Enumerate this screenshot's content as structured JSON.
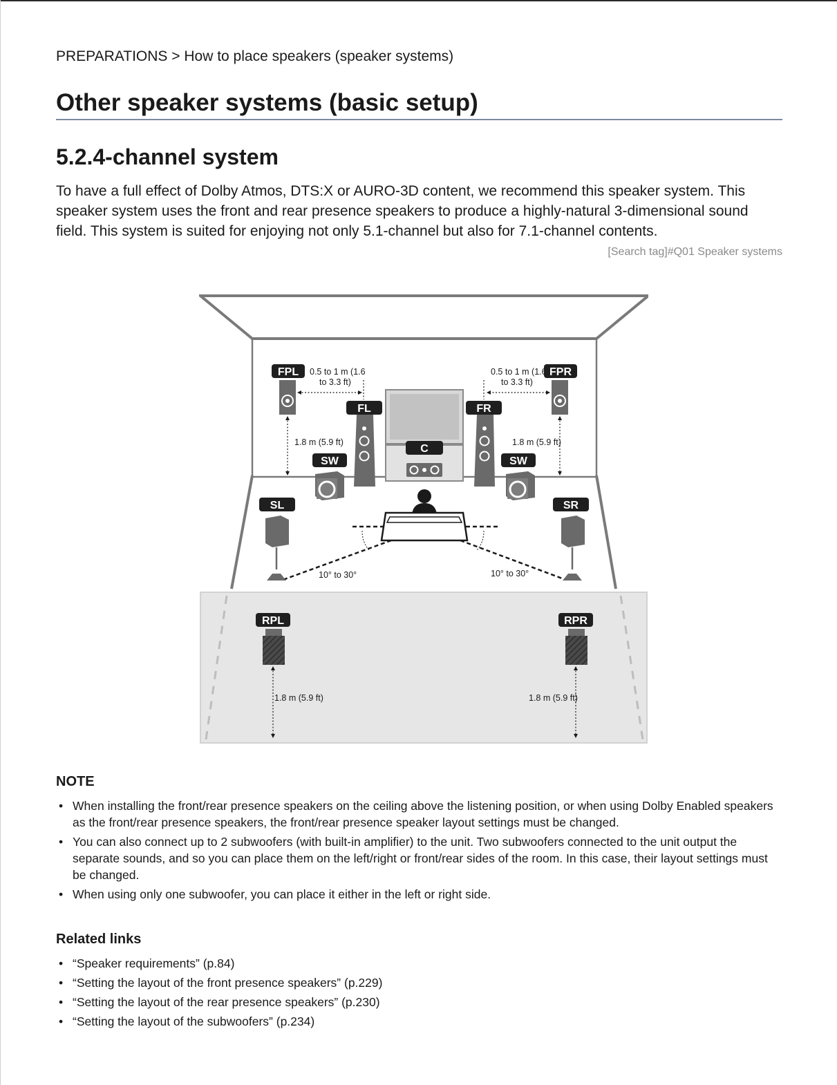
{
  "breadcrumb": "PREPARATIONS > How to place speakers (speaker systems)",
  "title": "Other speaker systems (basic setup)",
  "subtitle": "5.2.4-channel system",
  "intro": "To have a full effect of Dolby Atmos, DTS:X or AURO-3D content, we recommend this speaker system. This speaker system uses the front and rear presence speakers to produce a highly-natural 3-dimensional sound field. This system is suited for enjoying not only 5.1-channel but also for 7.1-channel contents.",
  "search_tag": "[Search tag]#Q01 Speaker systems",
  "diagram": {
    "labels": {
      "fpl": "FPL",
      "fpr": "FPR",
      "fl": "FL",
      "fr": "FR",
      "c": "C",
      "swl": "SW",
      "swr": "SW",
      "sl": "SL",
      "sr": "SR",
      "rpl": "RPL",
      "rpr": "RPR"
    },
    "measurements": {
      "front_dist_line1": "0.5 to 1 m (1.6",
      "front_dist_line2": "to 3.3 ft)",
      "height": "1.8 m (5.9 ft)",
      "angle": "10° to 30°"
    }
  },
  "note": {
    "heading": "NOTE",
    "items": [
      "When installing the front/rear presence speakers on the ceiling above the listening position, or when using Dolby Enabled speakers as the front/rear presence speakers, the front/rear presence speaker layout settings must be changed.",
      "You can also connect up to 2 subwoofers (with built-in amplifier) to the unit. Two subwoofers connected to the unit output the separate sounds, and so you can place them on the left/right or front/rear sides of the room. In this case, their layout settings must be changed.",
      "When using only one subwoofer, you can place it either in the left or right side."
    ]
  },
  "related": {
    "heading": "Related links",
    "items": [
      "“Speaker requirements” (p.84)",
      "“Setting the layout of the front presence speakers” (p.229)",
      "“Setting the layout of the rear presence speakers” (p.230)",
      "“Setting the layout of the subwoofers” (p.234)"
    ]
  }
}
